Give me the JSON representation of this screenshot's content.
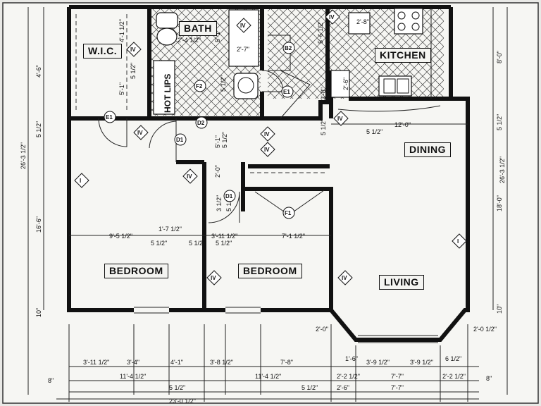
{
  "rooms": {
    "wic": "W.I.C.",
    "bath": "BATH",
    "kitchen": "KITCHEN",
    "dining": "DINING",
    "living": "LIVING",
    "bedroom1": "BEDROOM",
    "bedroom2": "BEDROOM",
    "hot_lips": "HOT LIPS"
  },
  "dimensions": {
    "overall_height": "26'-3 1/2\"",
    "overall_height_right": "26'-3 1/2\"",
    "left_top": "4'-6\"",
    "left_mid": "5 1/2\"",
    "left_bedroom": "16'-6\"",
    "left_bottom": "10\"",
    "right_top": "8'-0\"",
    "right_mid": "5 1/2\"",
    "right_living": "18'-0\"",
    "right_bottom": "10\"",
    "wic_width": "4'-1 1/2\"",
    "wic_height": "5'-1\"",
    "wic_wall": "5 1/2\"",
    "bath_top": "2'-4 1/2\"",
    "bath_tub": "2'-7\"",
    "bath_side": "5 1/2\"",
    "bath_side2": "5'-1\"",
    "kitchen_top": "2'-8\"",
    "kitchen_left": "5'-6 1/2\"",
    "kitchen_mid": "2'-6\"",
    "hall_a": "3'-8\"",
    "hall_b": "5 1/2\"",
    "dining_width": "12'-0\"",
    "dining_wall": "5 1/2\"",
    "closet_a": "2'-0\"",
    "closet_b": "5'-1\"",
    "closet_c": "5 1/2\"",
    "closet_d": "3 1/2\"",
    "closet_e": "5 1/2\"",
    "bed1_width": "9'-5 1/2\"",
    "bed1_gap": "1'-7 1/2\"",
    "bed1_wall": "5 1/2\"",
    "bed2_left": "3'-11 1/2\"",
    "bed2_right": "7'-1 1/2\"",
    "bed2_wall_a": "5 1/2\"",
    "bed2_wall_b": "5 1/2\"",
    "bay_left": "2'-0\"",
    "bay_right": "2'-0 1/2\"",
    "bay_diag_l": "1'-6\"",
    "bay_diag_r": "6 1/2\"",
    "row1": [
      "3'-11 1/2\"",
      "3'-4\"",
      "4'-1\"",
      "3'-8 1/2\"",
      "7'-8\"",
      "3'-9 1/2\"",
      "3'-9 1/2\""
    ],
    "row2": [
      "11'-4 1/2\"",
      "11'-4 1/2\"",
      "2'-2 1/2\"",
      "7'-7\"",
      "2'-2 1/2\""
    ],
    "row3": [
      "5 1/2\"",
      "5 1/2\"",
      "2'-6\"",
      "7'-7\""
    ],
    "row_left_end": "8\"",
    "row_right_end": "8\"",
    "overall_width": "23'-0 1/2\""
  },
  "tags": {
    "wall_type_1": "I",
    "wall_type_4": "IV",
    "door_e1": "E1",
    "door_d1": "D1",
    "door_d2": "D2",
    "door_f1": "F1",
    "door_f2": "F2",
    "door_b2": "B2"
  }
}
